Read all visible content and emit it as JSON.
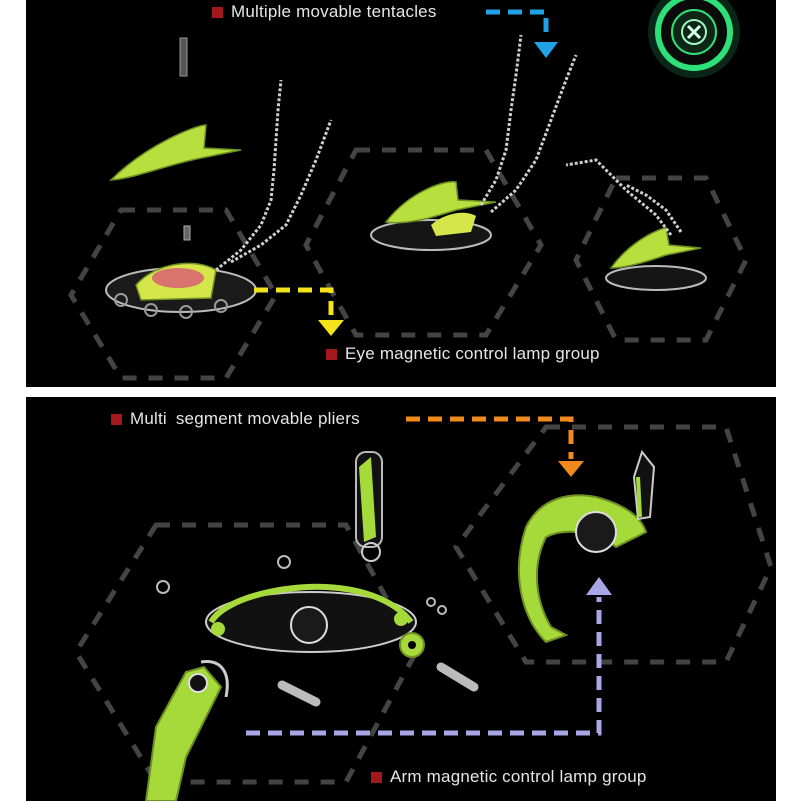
{
  "top_panel": {
    "label_tentacles": "Multiple movable tentacles",
    "label_eye": "Eye magnetic control lamp group"
  },
  "bottom_panel": {
    "label_pliers_a": "Multi",
    "label_pliers_b": "segment movable pliers",
    "label_arm": "Arm magnetic control lamp group"
  },
  "icons": {
    "badge": "x-badge-icon",
    "bullet": "red-square-bullet-icon"
  },
  "colors": {
    "background": "#000000",
    "frame": "#ffffff",
    "bullet_red": "#a3181c",
    "arrow_blue": "#1fa3e6",
    "arrow_yellow": "#f4e21a",
    "arrow_orange": "#f08a1d",
    "arrow_lavender": "#a9a6e8",
    "part_green": "#a6d93a",
    "badge_green": "#2ee07a",
    "hexagon_gray": "#4a4a4a"
  }
}
